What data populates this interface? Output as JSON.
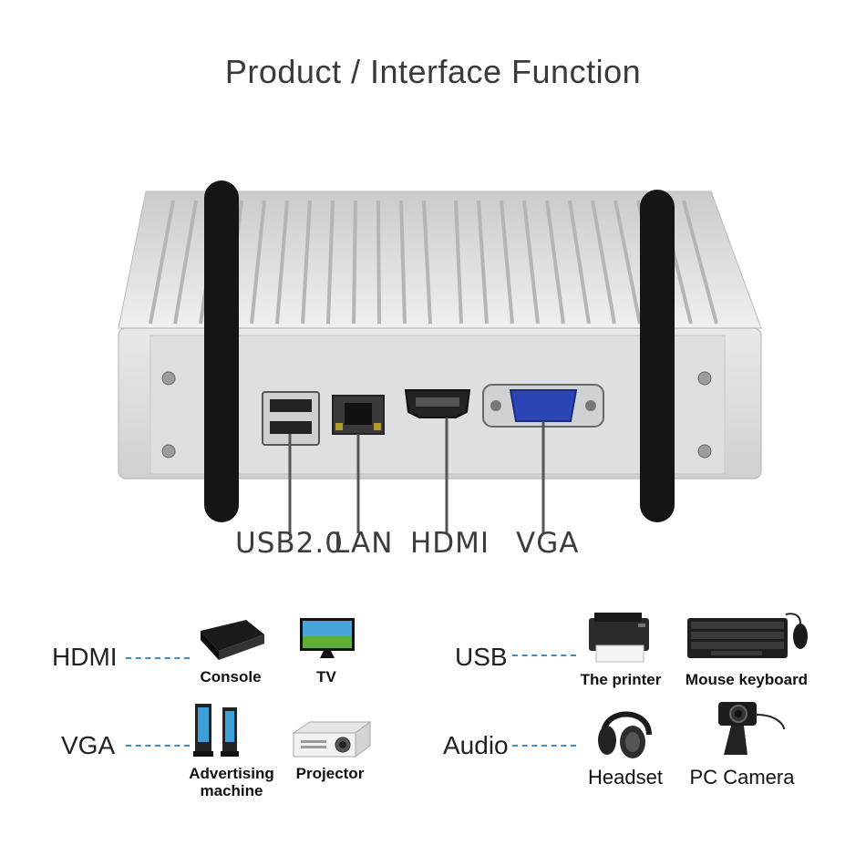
{
  "title": "Product / Interface Function",
  "ports": [
    "USB2.0",
    "LAN",
    "HDMI",
    "VGA"
  ],
  "categories": {
    "hdmi": {
      "label": "HDMI",
      "items": [
        "Console",
        "TV"
      ]
    },
    "vga": {
      "label": "VGA",
      "items": [
        "Advertising\nmachine",
        "Projector"
      ]
    },
    "usb": {
      "label": "USB",
      "items": [
        "The printer",
        "Mouse keyboard"
      ]
    },
    "audio": {
      "label": "Audio",
      "items": [
        "Headset",
        "PC Camera"
      ]
    }
  },
  "colors": {
    "dash": "#3a8fc8",
    "device": "#d7d9db",
    "vga_port": "#2c46b8"
  }
}
